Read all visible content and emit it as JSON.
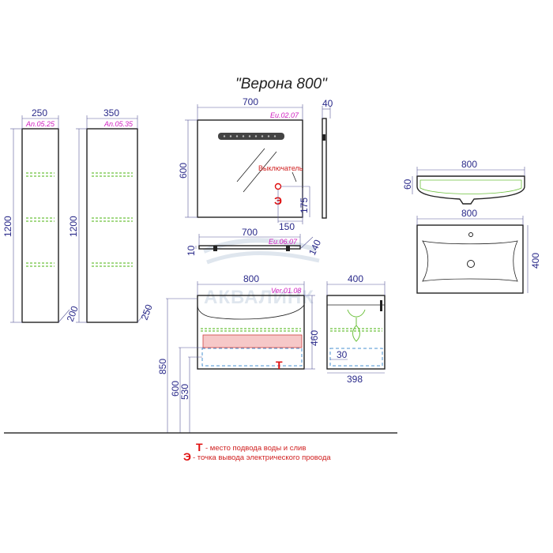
{
  "title": "\"Верона 800\"",
  "watermark": "АКВАЛИНК",
  "cabinet_250": {
    "width_label": "250",
    "code": "An.05.25",
    "height_label": "1200",
    "depth_label": "200"
  },
  "cabinet_350": {
    "width_label": "350",
    "code": "An.05.35",
    "height_label": "1200",
    "depth_label": "250"
  },
  "mirror": {
    "width_label": "700",
    "depth_label": "40",
    "height_label": "600",
    "code": "Eu.02.07",
    "switch_label": "Выключатель",
    "switch_mark": "Э",
    "switch_h_label": "175",
    "switch_w_label": "150"
  },
  "shelf": {
    "width_label": "700",
    "code": "Eu.06.07",
    "height_label": "10",
    "depth_label": "140"
  },
  "vanity": {
    "width_label": "800",
    "code": "Ver.01.08",
    "height_label": "460",
    "mount_850": "850",
    "mount_600": "600",
    "mount_530": "530",
    "water_mark": "Т"
  },
  "vanity_side": {
    "depth_label": "400",
    "inner_label": "30",
    "bottom_label": "398"
  },
  "sink": {
    "side_width_label": "800",
    "side_height_label": "60",
    "top_width_label": "800",
    "top_depth_label": "400"
  },
  "legend": [
    {
      "mark": "Т",
      "text": "- место подвода воды и слив"
    },
    {
      "mark": "Э",
      "text": "- точка вывода электрического провода"
    }
  ],
  "colors": {
    "outline": "#222222",
    "dimension": "#2a2a8a",
    "code": "#d020c0",
    "marker": "#e01010",
    "shelf_guide": "#6ec23e",
    "pipe_guide": "#4a90d0",
    "drawer_fill": "#f6c8c8"
  }
}
